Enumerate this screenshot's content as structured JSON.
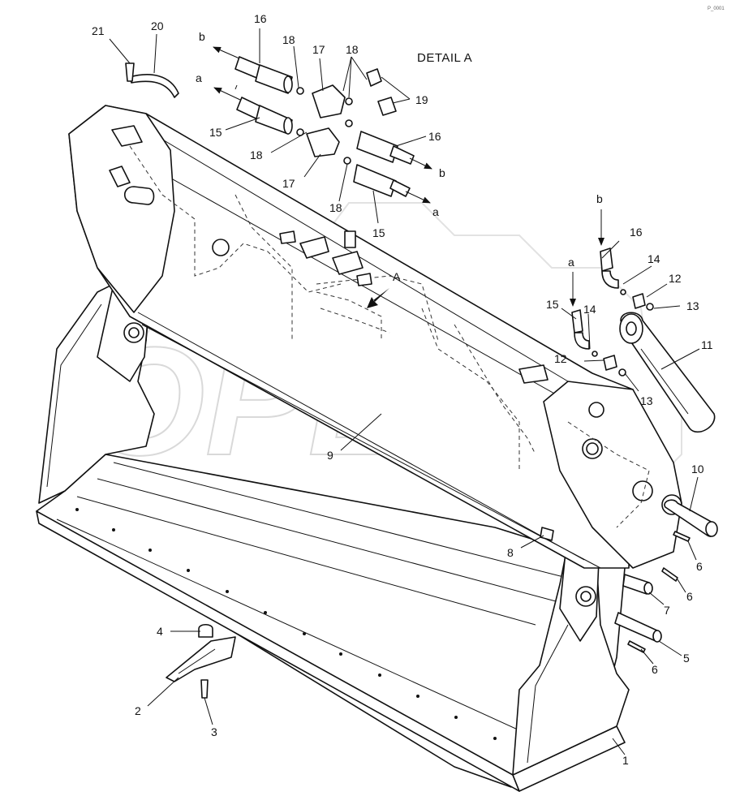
{
  "detail_title": "DETAIL A",
  "watermark": "OPEX",
  "corner_mark": "P_0001",
  "view_marker": "A",
  "callouts": [
    {
      "id": "c1",
      "text": "1"
    },
    {
      "id": "c2",
      "text": "2"
    },
    {
      "id": "c3",
      "text": "3"
    },
    {
      "id": "c4",
      "text": "4"
    },
    {
      "id": "c5",
      "text": "5"
    },
    {
      "id": "c6a",
      "text": "6"
    },
    {
      "id": "c6b",
      "text": "6"
    },
    {
      "id": "c6c",
      "text": "6"
    },
    {
      "id": "c7",
      "text": "7"
    },
    {
      "id": "c8",
      "text": "8"
    },
    {
      "id": "c9",
      "text": "9"
    },
    {
      "id": "c10",
      "text": "10"
    },
    {
      "id": "c11",
      "text": "11"
    },
    {
      "id": "c12a",
      "text": "12"
    },
    {
      "id": "c12b",
      "text": "12"
    },
    {
      "id": "c13a",
      "text": "13"
    },
    {
      "id": "c13b",
      "text": "13"
    },
    {
      "id": "c14a",
      "text": "14"
    },
    {
      "id": "c14b",
      "text": "14"
    },
    {
      "id": "c15a",
      "text": "15"
    },
    {
      "id": "c15b",
      "text": "15"
    },
    {
      "id": "c15c",
      "text": "15"
    },
    {
      "id": "c16a",
      "text": "16"
    },
    {
      "id": "c16b",
      "text": "16"
    },
    {
      "id": "c16c",
      "text": "16"
    },
    {
      "id": "c17a",
      "text": "17"
    },
    {
      "id": "c17b",
      "text": "17"
    },
    {
      "id": "c18a",
      "text": "18"
    },
    {
      "id": "c18b",
      "text": "18"
    },
    {
      "id": "c18c",
      "text": "18"
    },
    {
      "id": "c18d",
      "text": "18"
    },
    {
      "id": "c19",
      "text": "19"
    },
    {
      "id": "c20",
      "text": "20"
    },
    {
      "id": "c21",
      "text": "21"
    }
  ],
  "flow_labels": [
    {
      "id": "fb1",
      "text": "b"
    },
    {
      "id": "fa1",
      "text": "a"
    },
    {
      "id": "fb2",
      "text": "b"
    },
    {
      "id": "fa2",
      "text": "a"
    },
    {
      "id": "fb3",
      "text": "b"
    },
    {
      "id": "fa3",
      "text": "a"
    }
  ]
}
